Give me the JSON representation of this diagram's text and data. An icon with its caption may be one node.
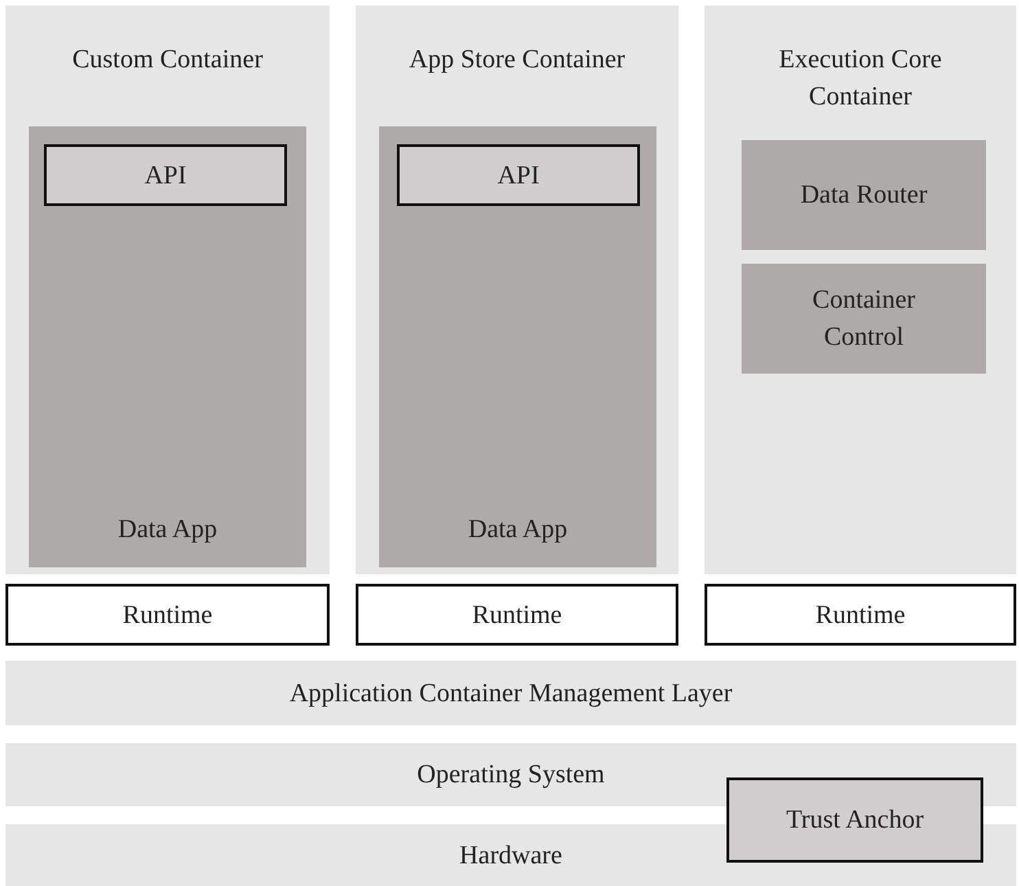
{
  "diagram": {
    "nodes": [
      {
        "text": [
          "Custom Container"
        ]
      },
      {
        "text": [
          "Data App"
        ],
        "in": 0
      },
      {
        "text": [
          "API"
        ],
        "in": 1
      },
      {
        "text": [
          "App Store Container"
        ]
      },
      {
        "text": [
          "Data App"
        ],
        "in": 3
      },
      {
        "text": [
          "API"
        ],
        "in": 4
      },
      {
        "text": [
          "Execution Core Container"
        ]
      },
      {
        "text": [
          "Data Router"
        ],
        "in": 6
      },
      {
        "text": [
          "Container Control"
        ],
        "in": 6
      },
      {
        "text": [
          "Runtime"
        ]
      },
      {
        "text": [
          "Runtime"
        ]
      },
      {
        "text": [
          "Runtime"
        ]
      },
      {
        "text": [
          "Application Container Management Layer"
        ]
      },
      {
        "text": [
          "Operating System"
        ]
      },
      {
        "text": [
          "Hardware"
        ]
      },
      {
        "text": [
          "Trust Anchor"
        ]
      }
    ],
    "edges": []
  }
}
